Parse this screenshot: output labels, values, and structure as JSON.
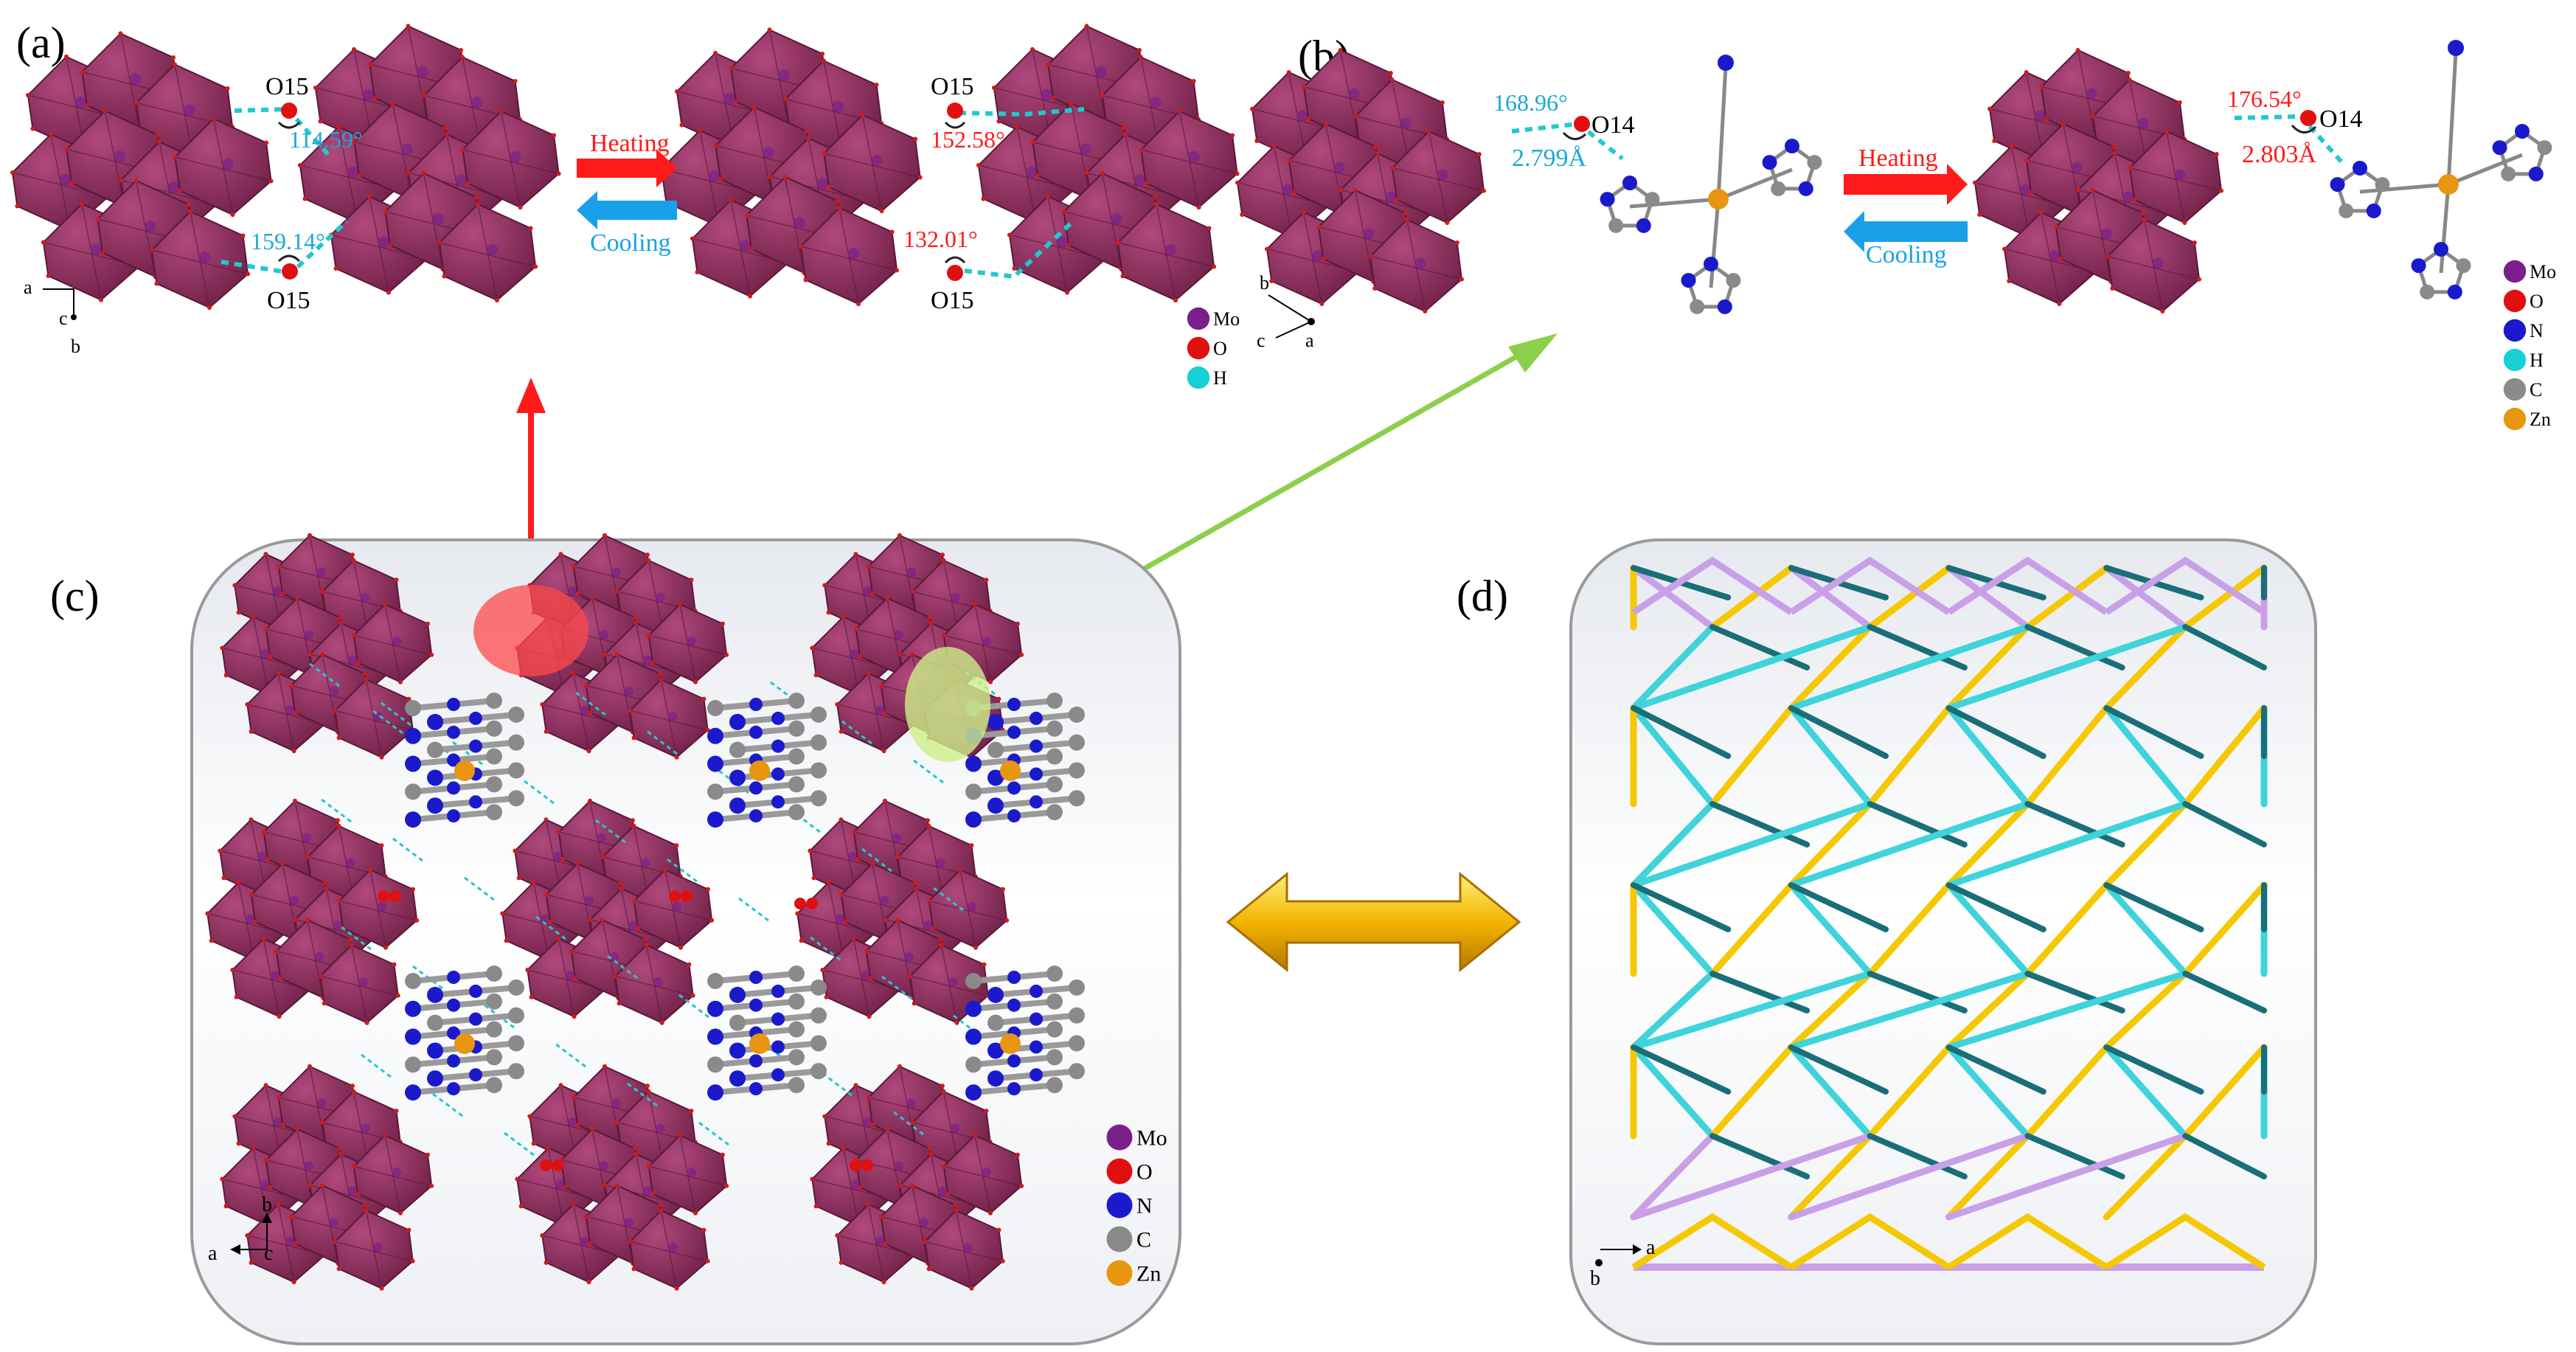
{
  "panels": {
    "a": {
      "label": "(a)",
      "atoms_left": [
        "O15",
        "O15"
      ],
      "atoms_right": [
        "O15",
        "O15"
      ],
      "angles_left": [
        "114.59°",
        "159.14°"
      ],
      "angles_right": [
        "152.58°",
        "132.01°"
      ],
      "heating": "Heating",
      "cooling": "Cooling",
      "axes": [
        "a",
        "c",
        "b"
      ],
      "legend": [
        "Mo",
        "O",
        "H"
      ]
    },
    "b": {
      "label": "(b)",
      "atom": "O14",
      "angle_left": "168.96°",
      "dist_left": "2.799Å",
      "angle_right": "176.54°",
      "dist_right": "2.803Å",
      "heating": "Heating",
      "cooling": "Cooling",
      "axes": [
        "b",
        "c",
        "a"
      ],
      "legend": [
        "Mo",
        "O",
        "N",
        "H",
        "C",
        "Zn"
      ]
    },
    "c": {
      "label": "(c)",
      "axes": [
        "b",
        "a",
        "c"
      ],
      "legend": [
        "Mo",
        "O",
        "N",
        "C",
        "Zn"
      ]
    },
    "d": {
      "label": "(d)",
      "axes": [
        "a",
        "b"
      ]
    }
  },
  "colors": {
    "polyhedron": "#8b2d5c",
    "mo": "#7a1f8c",
    "o": "#e01010",
    "n": "#1a1acc",
    "h": "#17d0d6",
    "c": "#8a8a8a",
    "zn": "#e8960f",
    "hbond": "#22c8d0",
    "heating_arrow": "#ff1a1a",
    "cooling_arrow": "#1aa0e8",
    "angle_blue": "#1aa8d8",
    "angle_red": "#ff1a1a",
    "net_yellow": "#f5c800",
    "net_lilac": "#c9a0e8",
    "net_cyan": "#3fd3dc",
    "net_dark": "#1a6e78"
  }
}
